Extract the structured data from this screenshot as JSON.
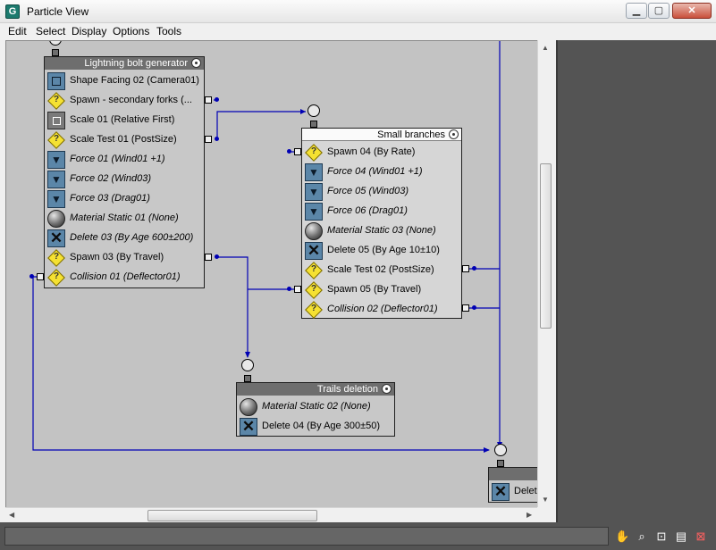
{
  "window": {
    "title": "Particle View",
    "app_icon": "G"
  },
  "menu": [
    "Edit",
    "Select",
    "Display",
    "Options",
    "Tools"
  ],
  "colors": {
    "wire": "#0000b4",
    "canvas": "#c3c3c3",
    "event_header": "#6e6e6e",
    "panel": "#545454"
  },
  "events": {
    "lightning": {
      "title": "Lightning bolt generator",
      "operators": [
        {
          "label": "Shape Facing 02 (Camera01)",
          "icon": "shape-facing-icon",
          "italic": false
        },
        {
          "label": "Spawn - secondary forks (...",
          "icon": "spawn-test-icon",
          "italic": false
        },
        {
          "label": "Scale 01 (Relative First)",
          "icon": "scale-icon",
          "italic": false
        },
        {
          "label": "Scale Test 01 (PostSize)",
          "icon": "scale-test-icon",
          "italic": false
        },
        {
          "label": "Force 01 (Wind01 +1)",
          "icon": "force-icon",
          "italic": true
        },
        {
          "label": "Force 02 (Wind03)",
          "icon": "force-icon",
          "italic": true
        },
        {
          "label": "Force 03 (Drag01)",
          "icon": "force-icon",
          "italic": true
        },
        {
          "label": "Material Static 01 (None)",
          "icon": "material-icon",
          "italic": true
        },
        {
          "label": "Delete 03 (By Age 600±200)",
          "icon": "delete-icon",
          "italic": true
        },
        {
          "label": "Spawn 03 (By Travel)",
          "icon": "spawn-test-icon",
          "italic": false
        },
        {
          "label": "Collision 01 (Deflector01)",
          "icon": "collision-test-icon",
          "italic": true
        }
      ]
    },
    "small_branches": {
      "title": "Small branches",
      "operators": [
        {
          "label": "Spawn 04 (By Rate)",
          "icon": "spawn-test-icon",
          "italic": false
        },
        {
          "label": "Force 04 (Wind01 +1)",
          "icon": "force-icon",
          "italic": true
        },
        {
          "label": "Force 05 (Wind03)",
          "icon": "force-icon",
          "italic": true
        },
        {
          "label": "Force 06 (Drag01)",
          "icon": "force-icon",
          "italic": true
        },
        {
          "label": "Material Static 03 (None)",
          "icon": "material-icon",
          "italic": true
        },
        {
          "label": "Delete 05 (By Age 10±10)",
          "icon": "delete-icon",
          "italic": false
        },
        {
          "label": "Scale Test 02 (PostSize)",
          "icon": "scale-test-icon",
          "italic": false
        },
        {
          "label": "Spawn 05 (By Travel)",
          "icon": "spawn-test-icon",
          "italic": false
        },
        {
          "label": "Collision 02 (Deflector01)",
          "icon": "collision-test-icon",
          "italic": true
        }
      ]
    },
    "trails": {
      "title": "Trails deletion",
      "operators": [
        {
          "label": "Material Static 02 (None)",
          "icon": "material-icon",
          "italic": true
        },
        {
          "label": "Delete 04 (By Age 300±50)",
          "icon": "delete-icon",
          "italic": false
        }
      ]
    },
    "partial": {
      "title": "",
      "operators": [
        {
          "label": "Delete",
          "icon": "delete-icon",
          "italic": false
        }
      ]
    }
  },
  "status_icons": [
    "pan-hand-icon",
    "zoom-icon",
    "zoom-region-icon",
    "zoom-extents-icon",
    "no-wires-icon"
  ]
}
